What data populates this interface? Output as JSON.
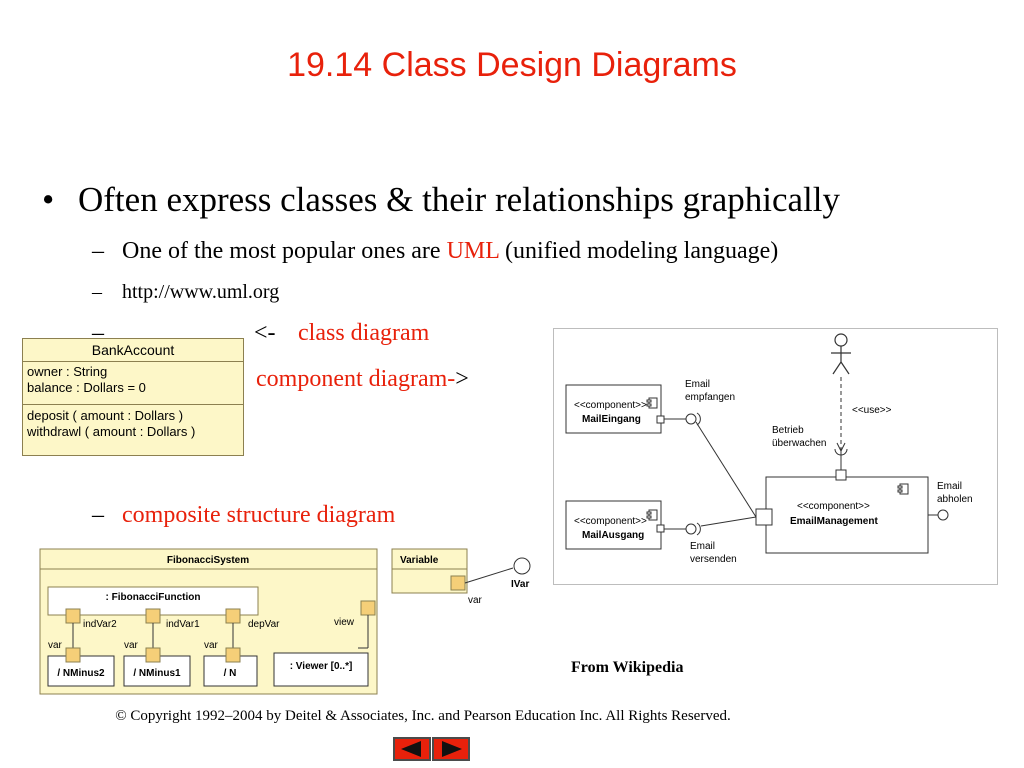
{
  "slide": {
    "title": "19.14 Class Design Diagrams",
    "bullet": "Often express classes & their relationships graphically",
    "sub1_prefix": "One of the most popular ones are ",
    "sub1_highlight": "UML",
    "sub1_suffix": " (unified modeling language)",
    "sub2": "http://www.uml.org",
    "sub3_arrow": "<-",
    "sub3_label": "class diagram",
    "sub4_label": "component diagram-",
    "sub4_arrow": ">",
    "sub5_label": "composite structure diagram",
    "dash": "–",
    "bullet_mark": "•",
    "source": "From Wikipedia",
    "copyright": "© Copyright 1992–2004 by Deitel & Associates, Inc. and Pearson Education Inc. All Rights Reserved."
  },
  "class_diagram": {
    "name": "BankAccount",
    "attributes": [
      "owner : String",
      "balance : Dollars = 0"
    ],
    "operations": [
      "deposit ( amount : Dollars )",
      "withdrawl ( amount : Dollars )"
    ]
  },
  "component_diagram": {
    "comp1_stereo": "<<component>>",
    "comp1_name": "MailEingang",
    "comp2_stereo": "<<component>>",
    "comp2_name": "MailAusgang",
    "comp3_stereo": "<<component>>",
    "comp3_name": "EmailManagement",
    "label_empfangen_1": "Email",
    "label_empfangen_2": "empfangen",
    "label_versenden_1": "Email",
    "label_versenden_2": "versenden",
    "label_abholen_1": "Email",
    "label_abholen_2": "abholen",
    "label_betrieb_1": "Betrieb",
    "label_betrieb_2": "überwachen",
    "label_use": "<<use>>"
  },
  "composite_diagram": {
    "system": "FibonacciSystem",
    "function": ": FibonacciFunction",
    "port_indvar2": "indVar2",
    "port_indvar1": "indVar1",
    "port_depvar": "depVar",
    "port_view": "view",
    "var1": "var",
    "var2": "var",
    "var3": "var",
    "var4": "var",
    "part_nminus2": "/ NMinus2",
    "part_nminus1": "/ NMinus1",
    "part_n": "/ N",
    "part_viewer": ": Viewer [0..*]",
    "variable": "Variable",
    "ivar": "IVar"
  },
  "colors": {
    "title": "#e8210b",
    "accent": "#e8210b",
    "uml_fill": "#fdf7c8",
    "port_fill": "#f5cf78"
  }
}
